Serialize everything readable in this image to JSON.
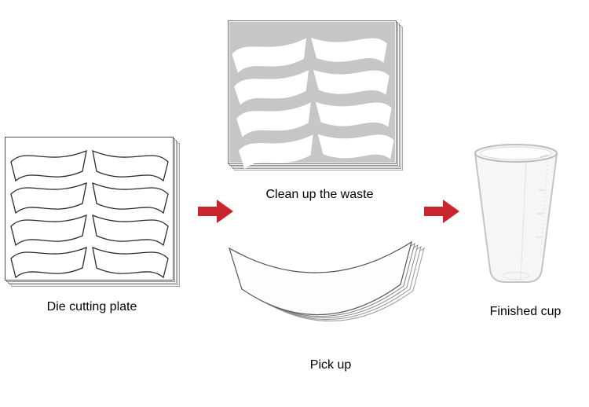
{
  "colors": {
    "arrow": "#c9252c",
    "waste_sheet": "#c6c6c6",
    "blank_fill": "#ffffff",
    "outline": "#2e2e2e"
  },
  "steps": {
    "die_cutting_plate": {
      "label": "Die cutting plate"
    },
    "clean_up_waste": {
      "label": "Clean up the waste"
    },
    "pick_up": {
      "label": "Pick up"
    },
    "finished_cup": {
      "label": "Finished cup"
    }
  }
}
